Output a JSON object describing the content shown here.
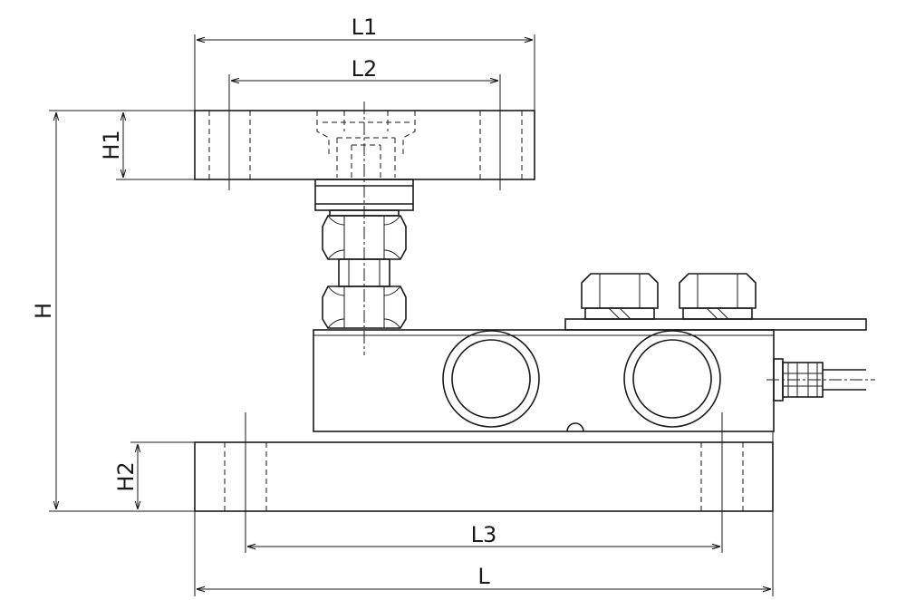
{
  "labels": {
    "l1": "L1",
    "l2": "L2",
    "h1": "H1",
    "h": "H",
    "h2": "H2",
    "l3": "L3",
    "l": "L"
  }
}
